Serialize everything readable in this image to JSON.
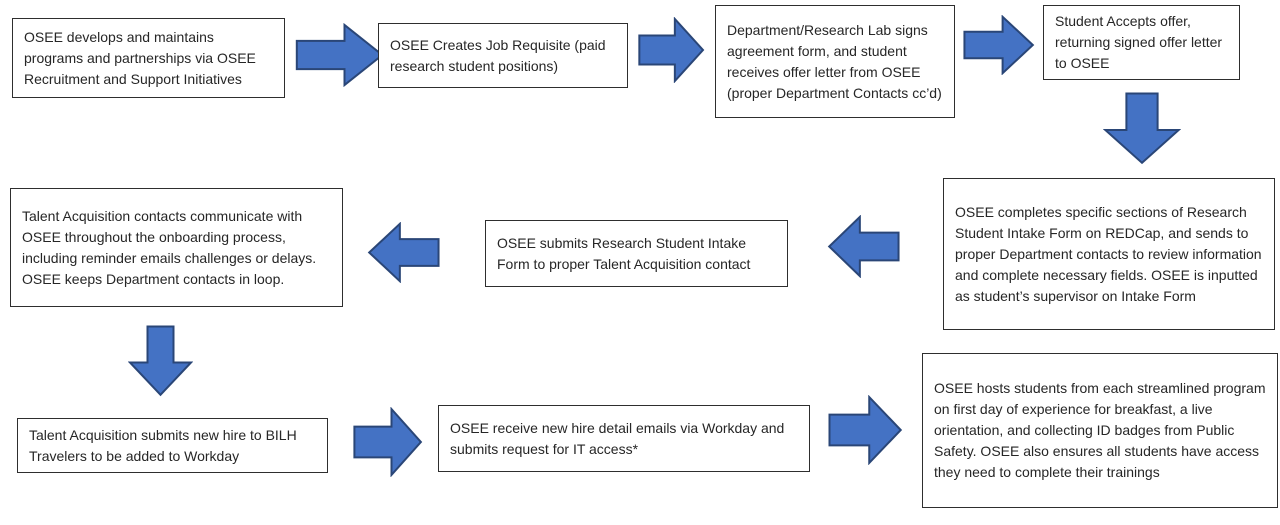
{
  "diagram": {
    "description": "Research student onboarding process flowchart",
    "boxes": [
      {
        "id": "step-1",
        "text": "OSEE develops and maintains programs and partnerships via OSEE Recruitment and Support Initiatives"
      },
      {
        "id": "step-2",
        "text": "OSEE Creates Job Requisite (paid research student positions)"
      },
      {
        "id": "step-3",
        "text": "Department/Research Lab signs agreement form, and student receives offer letter from OSEE (proper Department Contacts cc’d)"
      },
      {
        "id": "step-4",
        "text": "Student Accepts offer, returning signed offer letter to OSEE"
      },
      {
        "id": "step-5",
        "text": "OSEE completes specific sections of Research Student Intake Form on REDCap, and sends to proper Department contacts to review information and complete necessary fields. OSEE is inputted as student’s supervisor on Intake Form"
      },
      {
        "id": "step-6",
        "text": "OSEE submits Research Student Intake Form to proper Talent Acquisition contact"
      },
      {
        "id": "step-7",
        "text": "Talent Acquisition contacts communicate with OSEE throughout the onboarding process, including reminder emails challenges or delays. OSEE keeps Department contacts in loop."
      },
      {
        "id": "step-8",
        "text": "Talent Acquisition submits new hire to BILH Travelers to be added to Workday"
      },
      {
        "id": "step-9",
        "text": "OSEE receive new hire detail emails via Workday and submits request for IT access*"
      },
      {
        "id": "step-10",
        "text": "OSEE hosts students from each streamlined program on first day of experience for breakfast, a live orientation, and collecting ID badges from Public Safety. OSEE also ensures all students have access they need to complete their trainings"
      }
    ],
    "arrows": [
      {
        "from": "step-1",
        "to": "step-2",
        "direction": "right"
      },
      {
        "from": "step-2",
        "to": "step-3",
        "direction": "right"
      },
      {
        "from": "step-3",
        "to": "step-4",
        "direction": "right"
      },
      {
        "from": "step-4",
        "to": "step-5",
        "direction": "down"
      },
      {
        "from": "step-5",
        "to": "step-6",
        "direction": "left"
      },
      {
        "from": "step-6",
        "to": "step-7",
        "direction": "left"
      },
      {
        "from": "step-7",
        "to": "step-8",
        "direction": "down"
      },
      {
        "from": "step-8",
        "to": "step-9",
        "direction": "right"
      },
      {
        "from": "step-9",
        "to": "step-10",
        "direction": "right"
      }
    ]
  },
  "colors": {
    "arrow_fill": "#4472C4",
    "arrow_border": "#2A4677",
    "box_border": "#2E2E2E",
    "background": "#FFFFFF"
  }
}
